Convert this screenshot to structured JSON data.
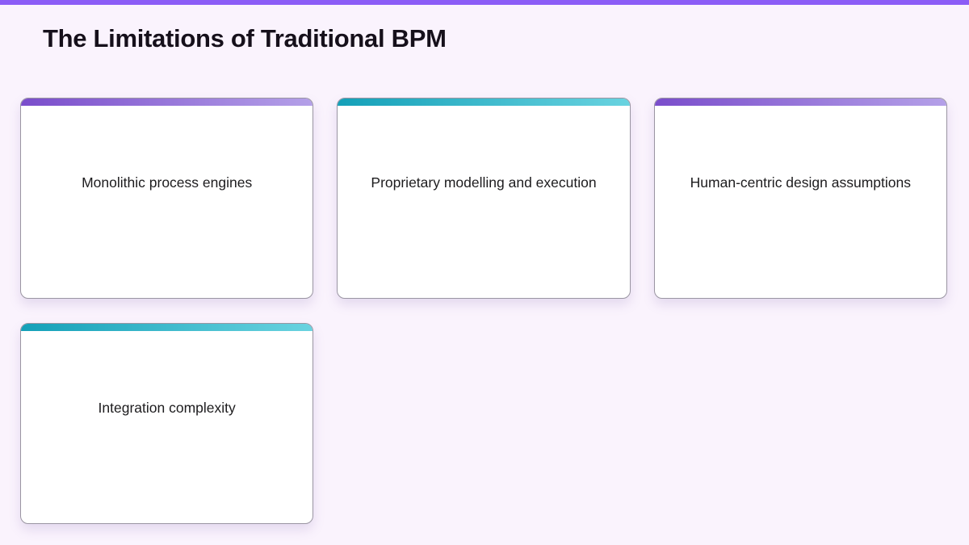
{
  "page": {
    "title": "The Limitations of Traditional BPM",
    "background_color": "#faf3fd",
    "accent_bar_color": "#8b5cf6"
  },
  "colors": {
    "purple": [
      "#7a4dcb",
      "#b4a0e8"
    ],
    "teal": [
      "#14a0b8",
      "#69d3e0"
    ]
  },
  "cards": [
    {
      "label": "Monolithic process engines",
      "accent": "purple"
    },
    {
      "label": "Proprietary modelling and execution",
      "accent": "teal"
    },
    {
      "label": "Human-centric design assumptions",
      "accent": "purple"
    },
    {
      "label": "Integration complexity",
      "accent": "teal"
    }
  ]
}
